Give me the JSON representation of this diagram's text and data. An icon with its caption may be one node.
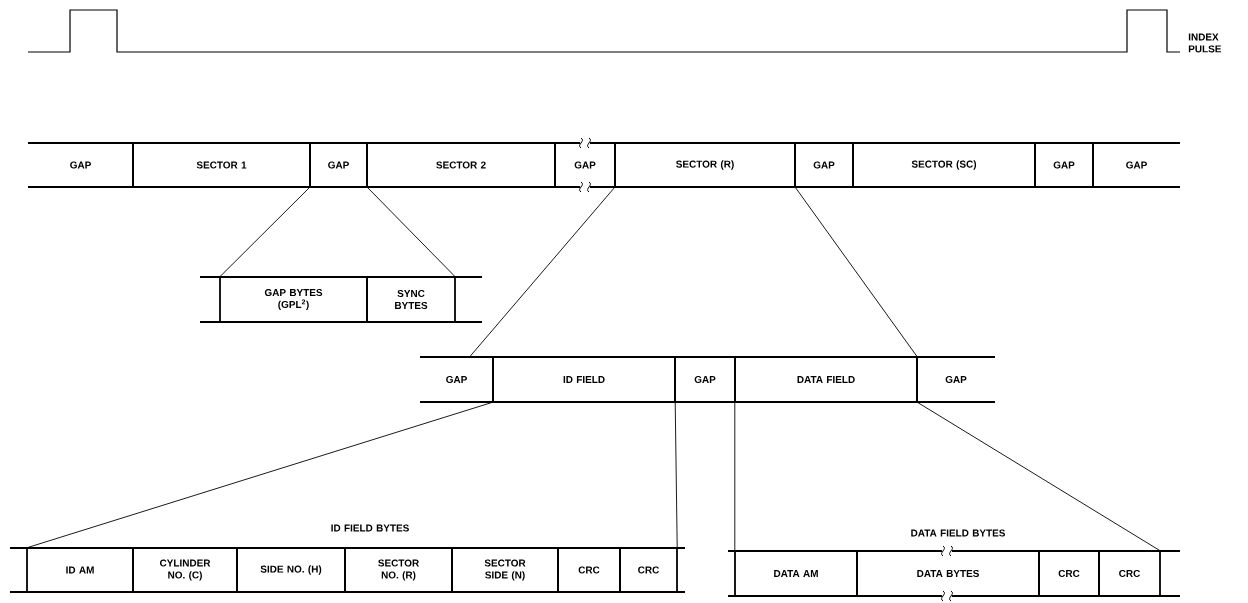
{
  "diagram": {
    "nodes": [
      {
        "text": [
          "GAP"
        ]
      },
      {
        "text": [
          "SECTOR 1"
        ]
      },
      {
        "text": [
          "GAP"
        ]
      },
      {
        "text": [
          "SECTOR 2"
        ]
      },
      {
        "text": [
          "GAP"
        ]
      },
      {
        "text": [
          "SECTOR (R)"
        ]
      },
      {
        "text": [
          "GAP"
        ]
      },
      {
        "text": [
          "SECTOR (SC)"
        ]
      },
      {
        "text": [
          "GAP"
        ]
      },
      {
        "text": [
          "GAP"
        ]
      },
      {
        "text": [
          "GAP BYTES (GPL$^{2}$)"
        ]
      },
      {
        "text": [
          "SYNC BYTES"
        ]
      },
      {
        "text": [
          "GAP"
        ]
      },
      {
        "text": [
          "ID FIELD"
        ]
      },
      {
        "text": [
          "GAP"
        ]
      },
      {
        "text": [
          "DATA FIELD"
        ]
      },
      {
        "text": [
          "GAP"
        ]
      },
      {
        "text": [
          "ID AM"
        ]
      },
      {
        "text": [
          "CYLINDER NO. (C)"
        ]
      },
      {
        "text": [
          "SIDE NO. (H)"
        ]
      },
      {
        "text": [
          "SECTOR NO. (R)"
        ]
      },
      {
        "text": [
          "SECTOR SIDE (N)"
        ]
      },
      {
        "text": [
          "CRC"
        ]
      },
      {
        "text": [
          "CRC"
        ]
      },
      {
        "text": [
          "DATA AM"
        ]
      },
      {
        "text": [
          "DATA BYTES"
        ]
      },
      {
        "text": [
          "CRC"
        ]
      },
      {
        "text": [
          "CRC"
        ]
      }
    ],
    "edges": [
      {
        "from": 2,
        "to": 10,
        "arrow": "none"
      },
      {
        "from": 2,
        "to": 11,
        "arrow": "none"
      },
      {
        "from": 5,
        "to": 12,
        "arrow": "none"
      },
      {
        "from": 5,
        "to": 15,
        "arrow": "none"
      },
      {
        "from": 13,
        "to": 17,
        "arrow": "none"
      },
      {
        "from": 13,
        "to": 23,
        "arrow": "none"
      },
      {
        "from": 15,
        "to": 24,
        "arrow": "none"
      },
      {
        "from": 15,
        "to": 27,
        "arrow": "none"
      }
    ],
    "labels": [
      "INDEX PULSE",
      "ID FIELD BYTES",
      "DATA FIELD BYTES"
    ]
  }
}
